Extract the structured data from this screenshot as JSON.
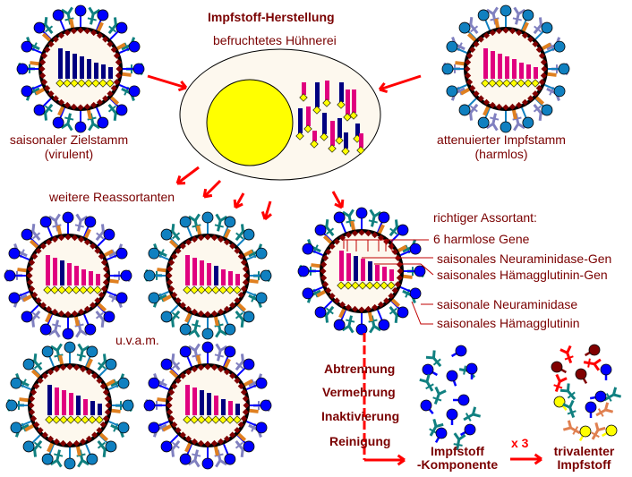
{
  "title": "Impfstoff-Herstellung",
  "egg_label": "befruchtetes Hühnerei",
  "strains": {
    "target": {
      "label_line1": "saisonaler Zielstamm",
      "label_line2": "(virulent)",
      "gene_colors": [
        "navy",
        "navy",
        "navy",
        "navy",
        "navy",
        "navy",
        "navy",
        "navy"
      ]
    },
    "attenuated": {
      "label_line1": "attenuierter Impfstamm",
      "label_line2": "(harmlos)",
      "gene_colors": [
        "pink",
        "pink",
        "pink",
        "pink",
        "pink",
        "pink",
        "pink",
        "pink"
      ]
    }
  },
  "reassortants": {
    "heading": "weitere Reassortanten",
    "more_label": "u.v.a.m.",
    "items": [
      {
        "gene_colors": [
          "pink",
          "pink",
          "navy",
          "pink",
          "pink",
          "pink",
          "pink",
          "pink"
        ],
        "na": "blue",
        "ha": "lavender"
      },
      {
        "gene_colors": [
          "pink",
          "pink",
          "pink",
          "pink",
          "navy",
          "pink",
          "pink",
          "pink"
        ],
        "na": "lightblue",
        "ha": "teal"
      },
      {
        "gene_colors": [
          "navy",
          "pink",
          "pink",
          "pink",
          "navy",
          "pink",
          "navy",
          "navy"
        ],
        "na": "lightblue",
        "ha": "teal"
      },
      {
        "gene_colors": [
          "pink",
          "pink",
          "navy",
          "navy",
          "pink",
          "navy",
          "pink",
          "navy"
        ],
        "na": "blue",
        "ha": "lavender"
      }
    ]
  },
  "correct": {
    "heading": "richtiger Assortant:",
    "gene_colors": [
      "pink",
      "pink",
      "navy",
      "pink",
      "navy",
      "pink",
      "pink",
      "pink"
    ],
    "annotations": [
      "6 harmlose Gene",
      "saisonales Neuraminidase-Gen",
      "saisonales Hämagglutinin-Gen",
      "saisonale Neuraminidase",
      "saisonales Hämagglutinin"
    ]
  },
  "process_steps": [
    "Abtrennung",
    "Vermehrung",
    "Inaktivierung",
    "Reinigung"
  ],
  "component_label_line1": "Impfstoff",
  "component_label_line2": "-Komponente",
  "multiplier": "x 3",
  "final_label_line1": "trivalenter",
  "final_label_line2": "Impfstoff",
  "colors": {
    "text": "#7a0000",
    "arrow": "#ff0000",
    "navy": "#000080",
    "pink": "#e0007f",
    "yolk": "#ffff00",
    "egg": "#fdf8ee",
    "membrane_bead": "#800000",
    "orange_spike": "#e08020",
    "blue": "#0000ff",
    "lightblue": "#1080c0",
    "teal": "#108080",
    "lavender": "#8080c0"
  }
}
